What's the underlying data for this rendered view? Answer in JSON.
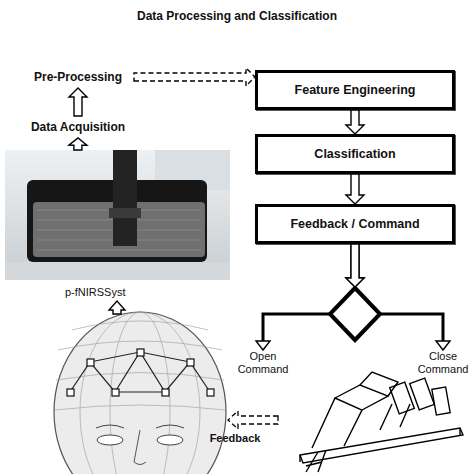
{
  "diagram": {
    "title": "Data Processing and Classification",
    "nodes": [
      {
        "text": [
          "Pre-Processing"
        ]
      },
      {
        "text": [
          "Feature Engineering"
        ]
      },
      {
        "text": [
          "Data Acquisition"
        ]
      },
      {
        "text": [
          "Classification"
        ]
      },
      {
        "text": [
          "p-fNIRSSyst"
        ]
      },
      {
        "text": [
          "Feedback / Command"
        ]
      },
      {
        "text": [
          "Open Command"
        ]
      },
      {
        "text": [
          "Close Command"
        ]
      }
    ],
    "edges": [
      {
        "from": 2,
        "to": 0,
        "arrow": "to"
      },
      {
        "from": 0,
        "to": 1,
        "arrow": "to"
      },
      {
        "from": 4,
        "to": 2,
        "arrow": "to"
      },
      {
        "from": 1,
        "to": 3,
        "arrow": "to"
      },
      {
        "from": 3,
        "to": 5,
        "arrow": "to"
      },
      {
        "from": 5,
        "to": 6,
        "arrow": "to"
      },
      {
        "from": 5,
        "to": 7,
        "arrow": "to"
      }
    ],
    "labels": [
      "Feedback"
    ]
  }
}
